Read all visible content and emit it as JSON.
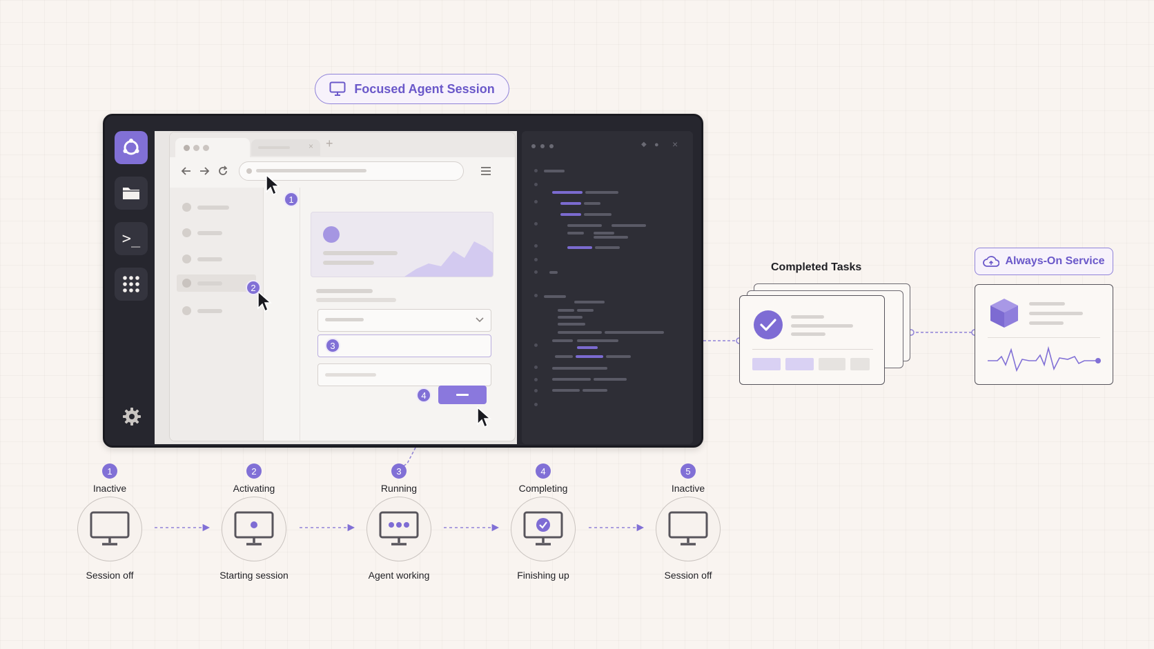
{
  "session_pill": {
    "label": "Focused Agent Session",
    "icon": "monitor-icon"
  },
  "sidebar": {
    "items": [
      {
        "icon": "os-logo-icon",
        "active": true
      },
      {
        "icon": "folder-icon"
      },
      {
        "icon": "terminal-icon",
        "glyph": ">_"
      },
      {
        "icon": "apps-grid-icon"
      },
      {
        "icon": "gear-icon"
      }
    ]
  },
  "steps": {
    "markers": [
      "1",
      "2",
      "3",
      "4"
    ]
  },
  "completed_tasks": {
    "label": "Completed Tasks",
    "icon": "check-circle-icon"
  },
  "service": {
    "label": "Always-On Service",
    "icon": "cloud-icon",
    "cube_icon": "cube-icon",
    "signal_icon": "pulse-icon"
  },
  "lifecycle": [
    {
      "num": "1",
      "title": "Inactive",
      "caption": "Session off",
      "state": "off"
    },
    {
      "num": "2",
      "title": "Activating",
      "caption": "Starting session",
      "state": "starting"
    },
    {
      "num": "3",
      "title": "Running",
      "caption": "Agent working",
      "state": "working"
    },
    {
      "num": "4",
      "title": "Completing",
      "caption": "Finishing up",
      "state": "finishing"
    },
    {
      "num": "5",
      "title": "Inactive",
      "caption": "Session off",
      "state": "off"
    }
  ],
  "colors": {
    "accent": "#8170d6",
    "accent_text": "#6a58c9",
    "background": "#f9f4f0",
    "window": "#26262e"
  }
}
